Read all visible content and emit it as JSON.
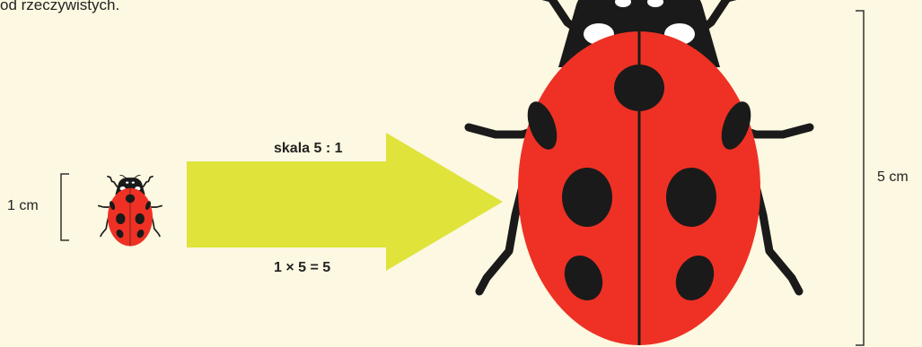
{
  "intro_text": "od rzeczywistych.",
  "small_size_label": "1 cm",
  "large_size_label": "5 cm",
  "scale_label": "skala 5 : 1",
  "equation_label": "1 × 5 = 5",
  "colors": {
    "background": "#fcf8e1",
    "arrow": "#dfe33a",
    "ladybug_red": "#ee3124",
    "ladybug_black": "#1a1a1a",
    "ladybug_white": "#ffffff"
  },
  "icons": [
    "ladybug-small-icon",
    "arrow-icon",
    "ladybug-large-icon"
  ]
}
